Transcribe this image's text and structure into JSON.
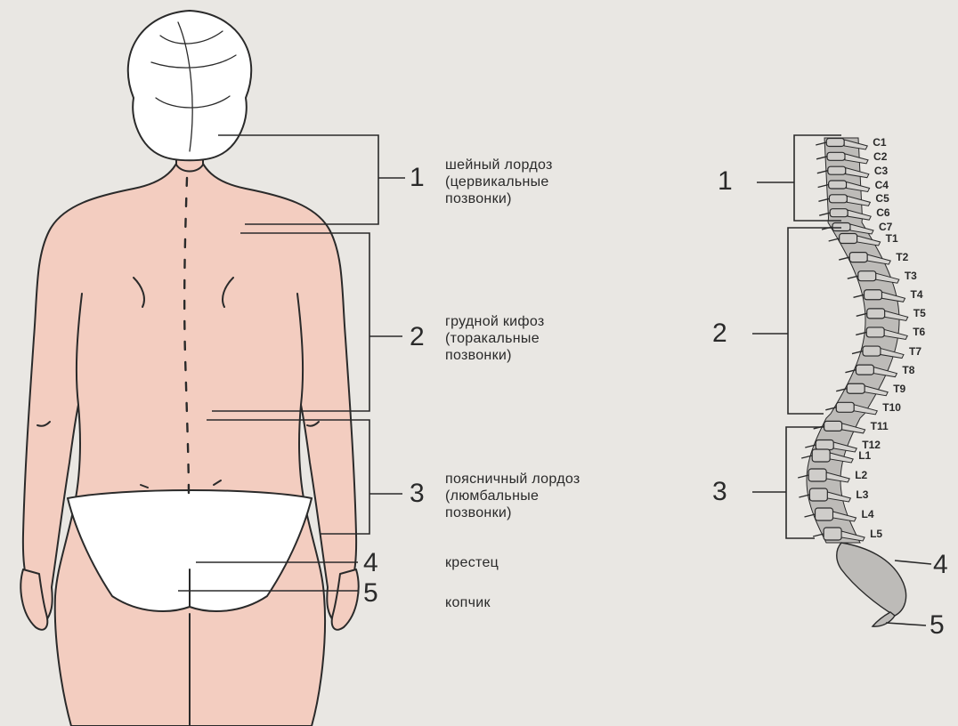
{
  "figure": {
    "regions": [
      {
        "number": "1",
        "label_lines": [
          "шейный лордоз",
          "(цервикальные",
          "позвонки)"
        ]
      },
      {
        "number": "2",
        "label_lines": [
          "грудной кифоз",
          "(торакальные",
          "позвонки)"
        ]
      },
      {
        "number": "3",
        "label_lines": [
          "поясничный лордоз",
          "(люмбальные",
          "позвонки)"
        ]
      },
      {
        "number": "4",
        "label_lines": [
          "крестец"
        ]
      },
      {
        "number": "5",
        "label_lines": [
          "копчик"
        ]
      }
    ],
    "right_numbers": [
      "1",
      "2",
      "3",
      "4",
      "5"
    ],
    "vertebrae": {
      "cervical": [
        "C1",
        "C2",
        "C3",
        "C4",
        "C5",
        "C6",
        "C7"
      ],
      "thoracic": [
        "T1",
        "T2",
        "T3",
        "T4",
        "T5",
        "T6",
        "T7",
        "T8",
        "T9",
        "T10",
        "T11",
        "T12"
      ],
      "lumbar": [
        "L1",
        "L2",
        "L3",
        "L4",
        "L5"
      ]
    }
  },
  "colors": {
    "skin": "#f3cdc0",
    "paper": "#e9e7e3",
    "ink": "#2a2a2a",
    "bone": "#bdbbb8"
  }
}
